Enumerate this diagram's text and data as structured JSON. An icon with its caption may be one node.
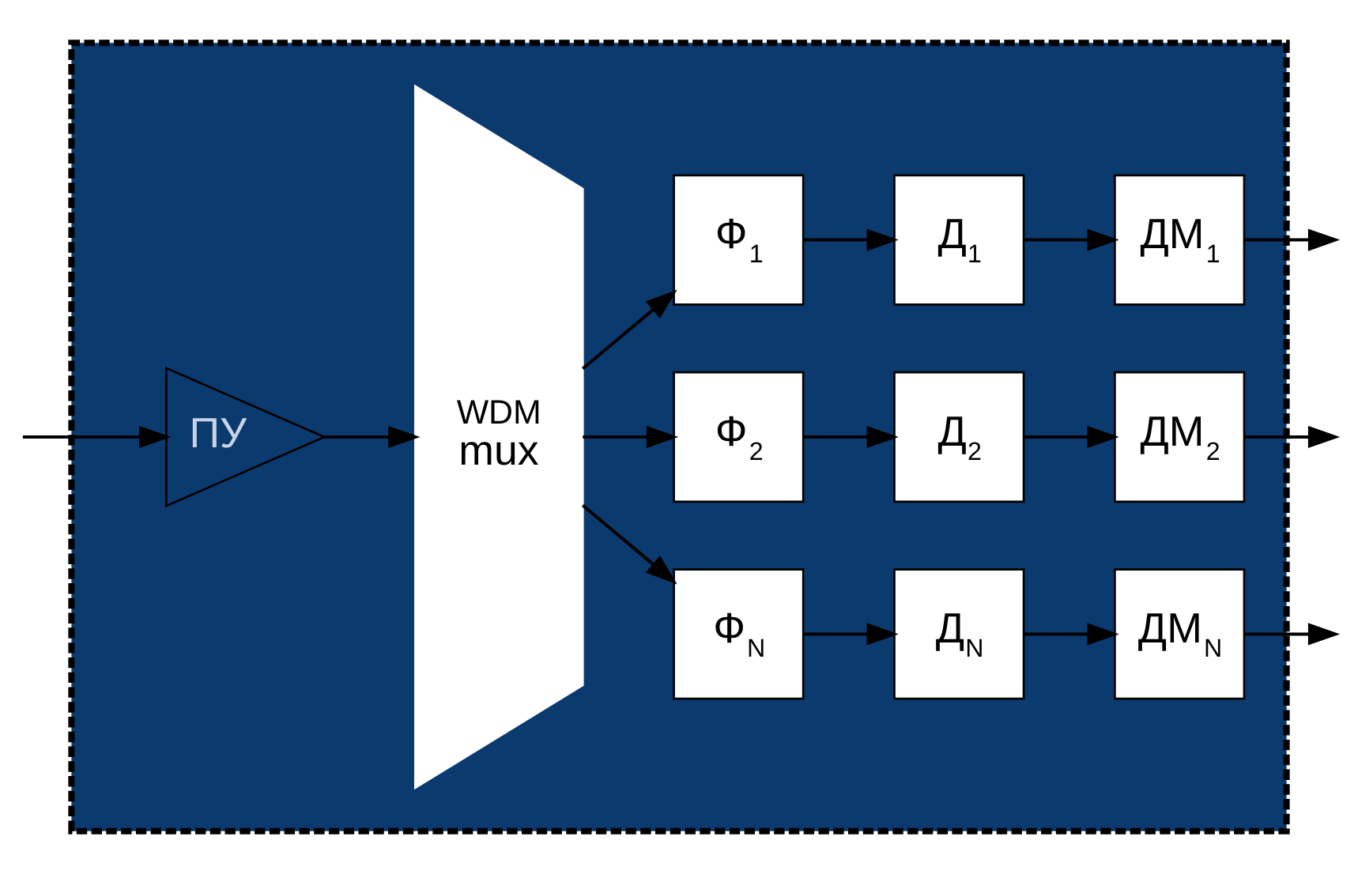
{
  "diagram": {
    "nodes": [
      {
        "text": [],
        "shape": "box"
      },
      {
        "text": [
          "ПУ"
        ],
        "in": 0
      },
      {
        "text": [
          "WDM",
          "mux"
        ],
        "in": 0
      },
      {
        "text": [
          "Ф$_{1}$"
        ],
        "in": 0
      },
      {
        "text": [
          "Д$_{1}$"
        ],
        "in": 0
      },
      {
        "text": [
          "ДМ$_{1}$"
        ],
        "in": 0
      },
      {
        "text": [
          "Ф$_{2}$"
        ],
        "in": 0
      },
      {
        "text": [
          "Д$_{2}$"
        ],
        "in": 0
      },
      {
        "text": [
          "ДМ$_{2}$"
        ],
        "in": 0
      },
      {
        "text": [
          "Ф$_{N}$"
        ],
        "in": 0
      },
      {
        "text": [
          "Д$_{N}$"
        ],
        "in": 0
      },
      {
        "text": [
          "ДМ$_{N}$"
        ],
        "in": 0
      }
    ],
    "edges": [
      {
        "from": null,
        "to": 1,
        "arrow": "to"
      },
      {
        "from": 1,
        "to": 2,
        "arrow": "to"
      },
      {
        "from": 2,
        "to": 3,
        "arrow": "to"
      },
      {
        "from": 3,
        "to": 4,
        "arrow": "to"
      },
      {
        "from": 4,
        "to": 5,
        "arrow": "to"
      },
      {
        "from": 5,
        "to": null,
        "arrow": "to"
      },
      {
        "from": 2,
        "to": 6,
        "arrow": "to"
      },
      {
        "from": 6,
        "to": 7,
        "arrow": "to"
      },
      {
        "from": 7,
        "to": 8,
        "arrow": "to"
      },
      {
        "from": 8,
        "to": null,
        "arrow": "to"
      },
      {
        "from": 2,
        "to": 9,
        "arrow": "to"
      },
      {
        "from": 9,
        "to": 10,
        "arrow": "to"
      },
      {
        "from": 10,
        "to": 11,
        "arrow": "to"
      },
      {
        "from": 11,
        "to": null,
        "arrow": "to"
      }
    ]
  }
}
